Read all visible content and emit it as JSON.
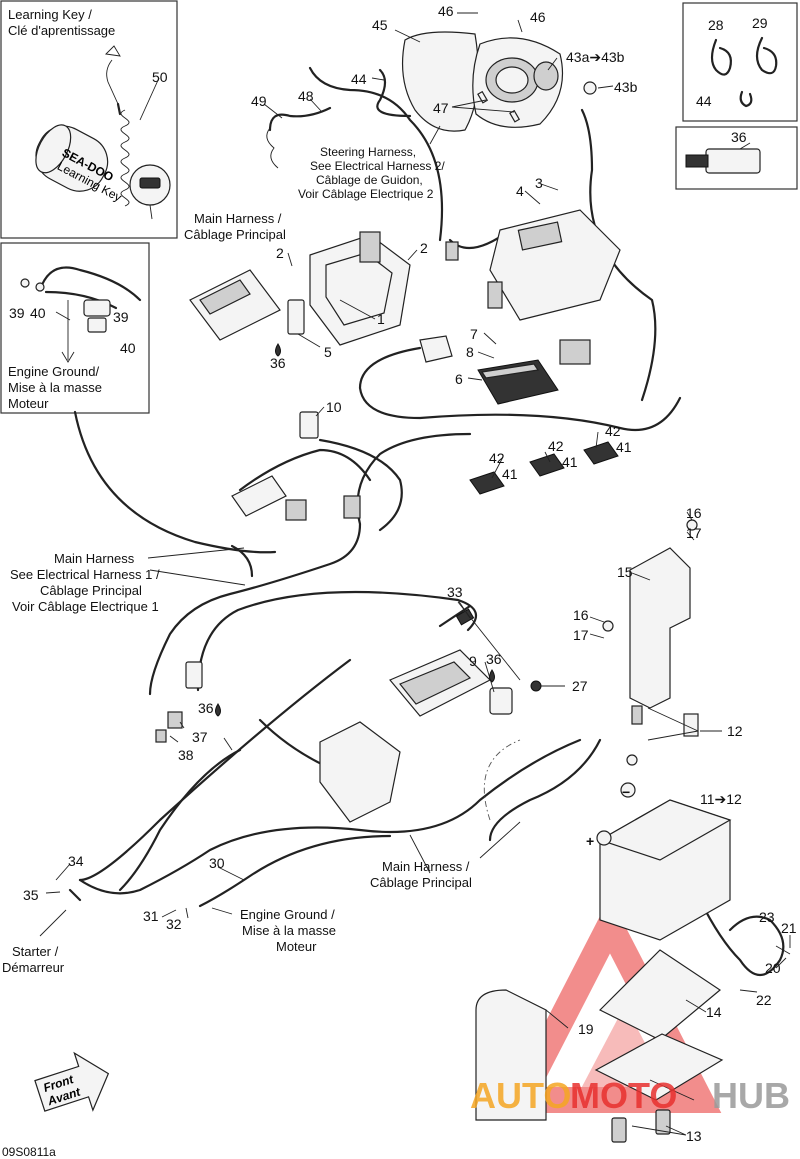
{
  "labels": {
    "learning_key": [
      "Learning Key /",
      "Clé d'aprentissage"
    ],
    "steering_harness": [
      "Steering Harness,",
      "See Electrical Harness 2/",
      "Câblage de Guidon,",
      "Voir Câblage Electrique 2"
    ],
    "main_harness_top": [
      "Main Harness /",
      "Câblage Principal"
    ],
    "engine_ground_left": [
      "Engine Ground/",
      "Mise à la masse",
      "Moteur"
    ],
    "main_harness_side": [
      "Main Harness",
      "See Electrical Harness 1 /",
      "Câblage Principal",
      "Voir Câblage Electrique 1"
    ],
    "main_harness_bottom": [
      "Main Harness /",
      "Câblage Principal"
    ],
    "engine_ground_bottom": [
      "Engine Ground /",
      "Mise à la masse",
      "Moteur"
    ],
    "starter": [
      "Starter /",
      "Démarreur"
    ],
    "front": [
      "Front",
      "Avant"
    ],
    "key_brand": "SEA-DOO",
    "key_text": "Learning Key",
    "figure_code": "09S0811a",
    "watermark_a": "AUTO",
    "watermark_b": "MOTO",
    "watermark_c": "HUB"
  },
  "parts": {
    "p1": "1",
    "p2": "2",
    "p3": "3",
    "p4": "4",
    "p5": "5",
    "p6": "6",
    "p7": "7",
    "p8": "8",
    "p9": "9",
    "p10": "10",
    "p11": "11➔12",
    "p12": "12",
    "p13": "13",
    "p14": "14",
    "p15": "15",
    "p16": "16",
    "p17": "17",
    "p19": "19",
    "p20": "20",
    "p21": "21",
    "p22": "22",
    "p23": "23",
    "p27": "27",
    "p28": "28",
    "p29": "29",
    "p30": "30",
    "p31": "31",
    "p32": "32",
    "p33": "33",
    "p34": "34",
    "p35": "35",
    "p36": "36",
    "p37": "37",
    "p38": "38",
    "p39": "39",
    "p40": "40",
    "p41": "41",
    "p42": "42",
    "p43a": "43a➔43b",
    "p43b": "43b",
    "p44": "44",
    "p45": "45",
    "p46": "46",
    "p47": "47",
    "p48": "48",
    "p49": "49",
    "p50": "50",
    "plus": "+",
    "minus": "−"
  },
  "colors": {
    "watermark_red": "#e8312f",
    "watermark_orange": "#f5a623",
    "watermark_grey": "#9a9a9a",
    "line": "#222222"
  }
}
